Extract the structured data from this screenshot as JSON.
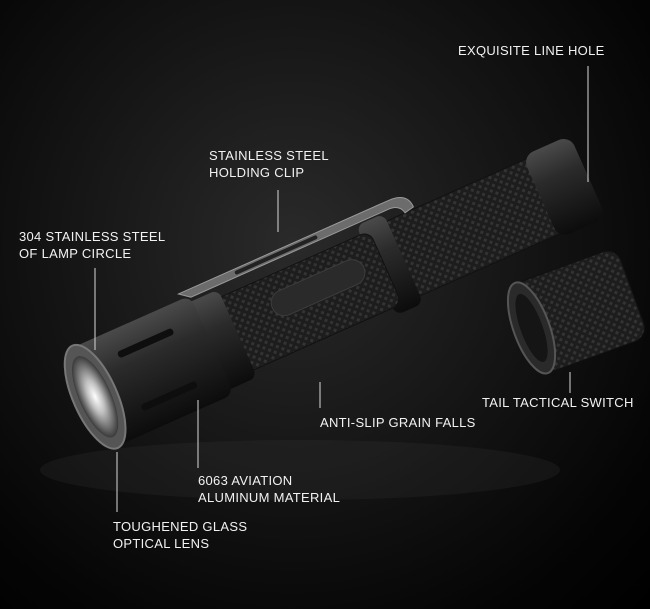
{
  "callouts": {
    "line_hole": {
      "lines": [
        "EXQUISITE LINE HOLE"
      ]
    },
    "holding_clip": {
      "lines": [
        "STAINLESS STEEL",
        "HOLDING CLIP"
      ]
    },
    "lamp_circle": {
      "lines": [
        "304 STAINLESS STEEL",
        "OF LAMP CIRCLE"
      ]
    },
    "tail_switch": {
      "lines": [
        "TAIL TACTICAL SWITCH"
      ]
    },
    "grain_falls": {
      "lines": [
        "ANTI-SLIP GRAIN FALLS"
      ]
    },
    "aluminum": {
      "lines": [
        "6063 AVIATION",
        "ALUMINUM MATERIAL"
      ]
    },
    "glass_lens": {
      "lines": [
        "TOUGHENED GLASS",
        "OPTICAL LENS"
      ]
    }
  },
  "colors": {
    "background": "#000000",
    "label_text": "#f2f2f2",
    "leader_line": "#d9d9d9"
  }
}
